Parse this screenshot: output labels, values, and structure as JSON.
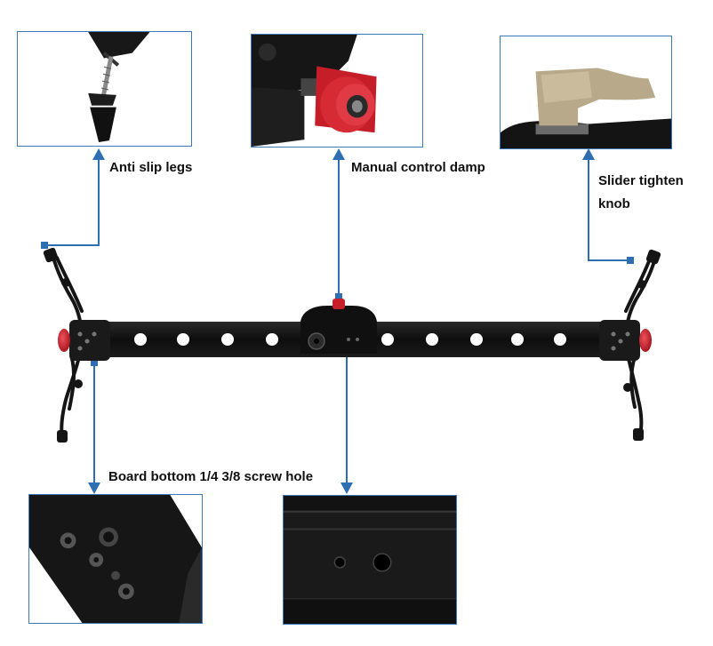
{
  "callouts": {
    "anti_slip_legs": "Anti slip legs",
    "manual_control_damp": "Manual control damp",
    "slider_tighten_knob_line1": "Slider tighten",
    "slider_tighten_knob_line2": "knob",
    "board_bottom_screw_hole": "Board bottom 1/4 3/8 screw hole"
  },
  "colors": {
    "callout_line": "#2e6fb3",
    "panel_border": "#3a78b8",
    "slider_body": "#111111",
    "damp_knob": "#d0202a",
    "tighten_knob": "#b8a98a"
  }
}
